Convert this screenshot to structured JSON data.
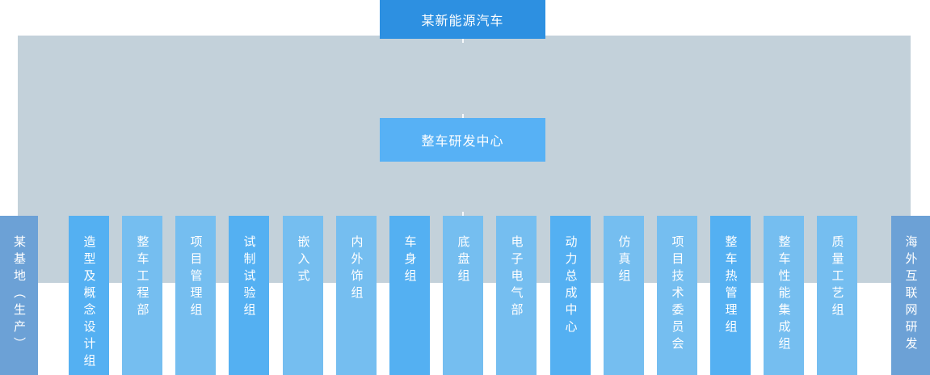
{
  "root": {
    "label": "某新能源汽车"
  },
  "center": {
    "label": "整车研发中心"
  },
  "columns": [
    {
      "label": "某基地（生产）",
      "variant": "muted"
    },
    {
      "label": "造型及概念设计组",
      "variant": "bright"
    },
    {
      "label": "整车工程部",
      "variant": "light"
    },
    {
      "label": "项目管理组",
      "variant": "light"
    },
    {
      "label": "试制试验组",
      "variant": "bright"
    },
    {
      "label": "嵌入式",
      "variant": "light"
    },
    {
      "label": "内外饰组",
      "variant": "light"
    },
    {
      "label": "车身组",
      "variant": "bright"
    },
    {
      "label": "底盘组",
      "variant": "light"
    },
    {
      "label": "电子电气部",
      "variant": "light"
    },
    {
      "label": "动力总成中心",
      "variant": "bright"
    },
    {
      "label": "仿真组",
      "variant": "light"
    },
    {
      "label": "项目技术委员会",
      "variant": "light"
    },
    {
      "label": "整车热管理组",
      "variant": "bright"
    },
    {
      "label": "整车性能集成组",
      "variant": "light"
    },
    {
      "label": "质量工艺组",
      "variant": "light"
    },
    {
      "label": "海外互联网研发",
      "variant": "muted"
    }
  ],
  "colors": {
    "root_box": "#2d90e1",
    "center_box": "#57b1f5",
    "panel": "#c3d1da",
    "bright": "#54b0f2",
    "light": "#75bef0",
    "muted": "#6ca1d6",
    "label_text": "#ffffff"
  }
}
